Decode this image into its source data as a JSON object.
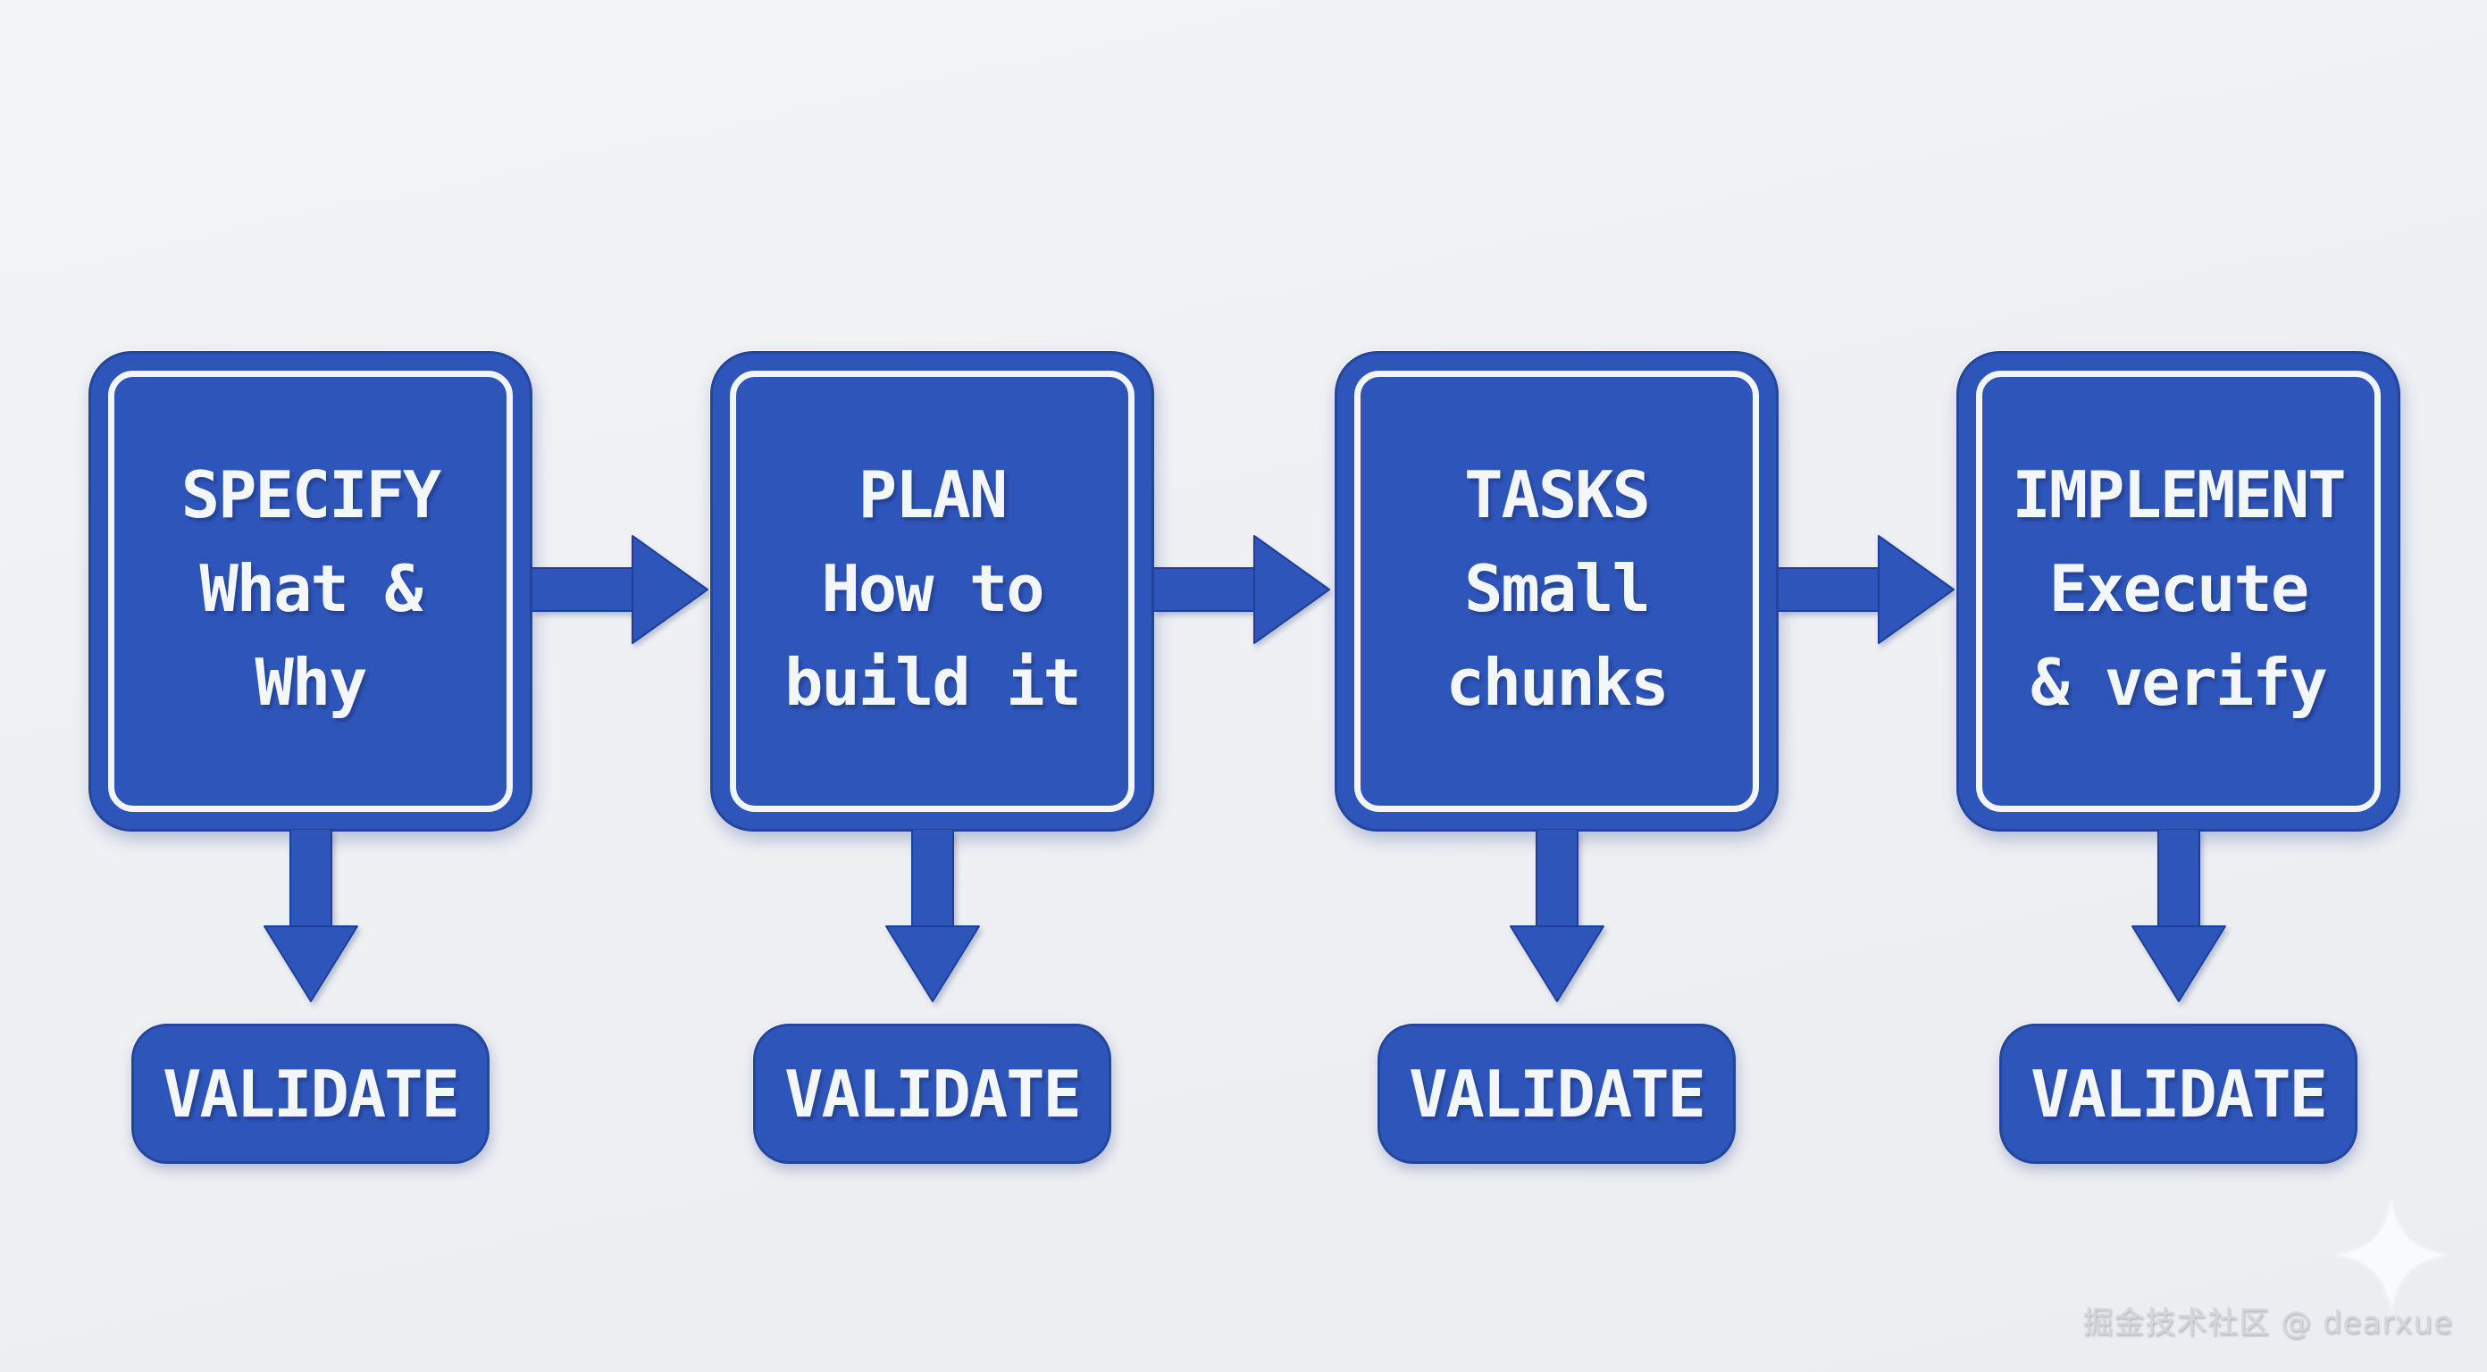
{
  "diagram": {
    "type": "flowchart",
    "stages": [
      {
        "title": "SPECIFY",
        "lines": [
          "What &",
          "Why"
        ],
        "validate_label": "VALIDATE"
      },
      {
        "title": "PLAN",
        "lines": [
          "How to",
          "build it"
        ],
        "validate_label": "VALIDATE"
      },
      {
        "title": "TASKS",
        "lines": [
          "Small",
          "chunks"
        ],
        "validate_label": "VALIDATE"
      },
      {
        "title": "IMPLEMENT",
        "lines": [
          "Execute",
          "& verify"
        ],
        "validate_label": "VALIDATE"
      }
    ],
    "colors": {
      "box_fill": "#2e55b9",
      "box_outline": "#23459c",
      "inner_frame": "#f3f6f9",
      "text": "#f4f7fa",
      "background": "#eef0f3",
      "watermark": "#d3d7db"
    },
    "icons": {
      "flow_arrow": "right-arrow-icon",
      "validate_arrow": "down-arrow-icon",
      "decoration": "sparkle-icon"
    }
  },
  "watermark": {
    "text": "掘金技术社区 @ dearxue"
  }
}
